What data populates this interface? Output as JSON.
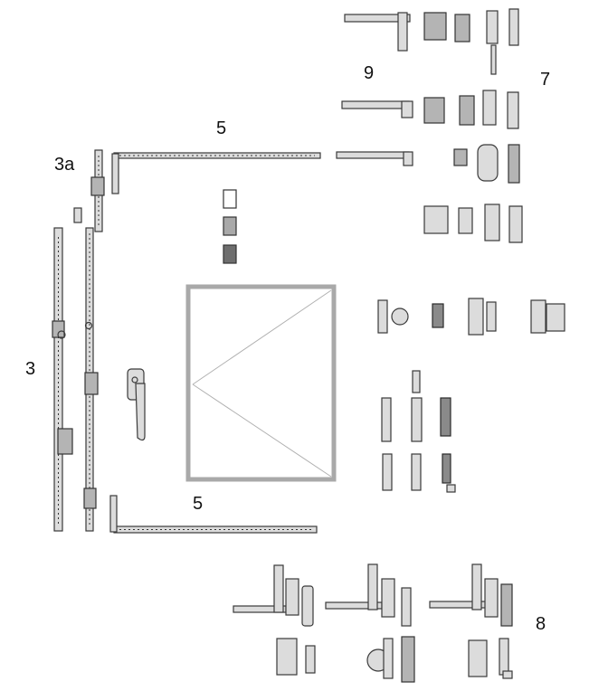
{
  "labels": {
    "label_3": "3",
    "label_3a": "3a",
    "label_5_top": "5",
    "label_5_bottom": "5",
    "label_7": "7",
    "label_8": "8",
    "label_9": "9"
  },
  "colors": {
    "frame": "#a9a9a9",
    "swatch_white": "#ffffff",
    "swatch_light_gray": "#a9a9a9",
    "swatch_dark_gray": "#6e6e6e",
    "part_outline": "#3a3a3a"
  },
  "legend_swatches": [
    "white",
    "light-gray",
    "dark-gray"
  ]
}
